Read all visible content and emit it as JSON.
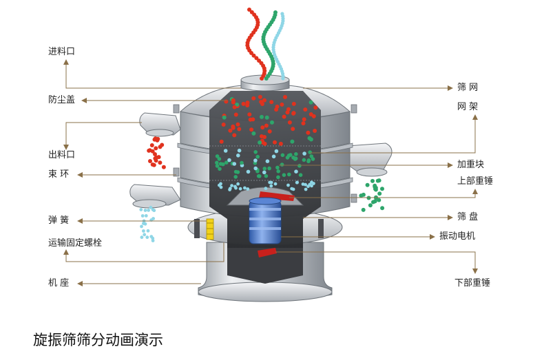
{
  "labels": {
    "inlet": "进料口",
    "dust_cover": "防尘盖",
    "outlet": "出料口",
    "clamp_ring": "束  环",
    "spring": "弹  簧",
    "transport_bolt": "运输固定螺栓",
    "base": "机  座",
    "screen_mesh": "筛  网",
    "mesh_frame": "网  架",
    "weight_block": "加重块",
    "upper_weight": "上部重锤",
    "screen_tray": "筛  盘",
    "vibration_motor": "振动电机",
    "lower_weight": "下部重锤"
  },
  "caption": "旋振筛筛分动画演示",
  "colors": {
    "leader_line": "#8a7048",
    "metal_dark": "#8c9096",
    "metal_light": "#e9ecef",
    "interior": "#3a3c40",
    "particle_red": "#e0321e",
    "particle_green": "#2ea56b",
    "particle_cyan": "#8fd6e6",
    "motor_blue": "#4a78c8",
    "spring_yellow": "#f2d21a",
    "weight_red": "#c8201c"
  }
}
